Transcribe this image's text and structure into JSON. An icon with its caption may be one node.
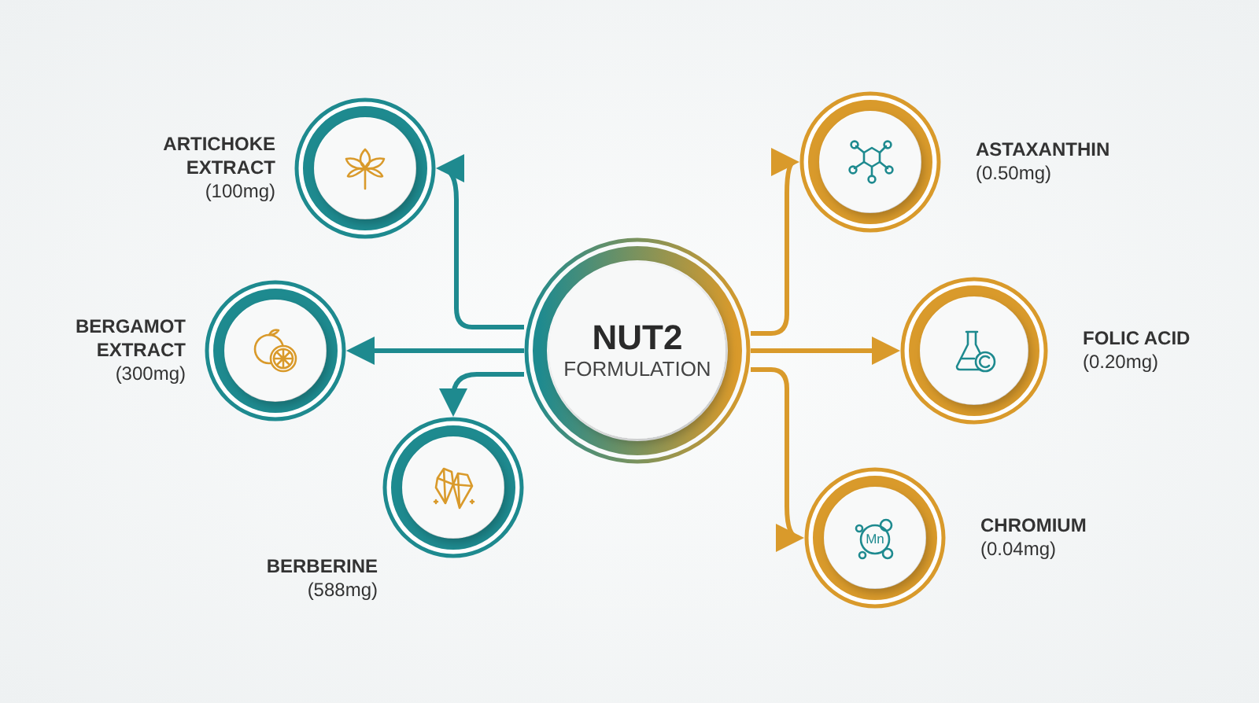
{
  "diagram": {
    "nodes": [
      {
        "text": [
          "NUT2",
          "FORMULATION"
        ]
      },
      {
        "text": [
          "ARTICHOKE EXTRACT",
          "(100mg)"
        ]
      },
      {
        "text": [
          "BERGAMOT EXTRACT",
          "(300mg)"
        ]
      },
      {
        "text": [
          "BERBERINE",
          "(588mg)"
        ]
      },
      {
        "text": [
          "ASTAXANTHIN",
          "(0.50mg)"
        ]
      },
      {
        "text": [
          "FOLIC ACID",
          "(0.20mg)"
        ]
      },
      {
        "text": [
          "CHROMIUM",
          "(0.04mg)"
        ]
      }
    ],
    "edges": [
      {
        "from": 0,
        "to": 1,
        "arrow": "to",
        "color": "#1e8a8f"
      },
      {
        "from": 0,
        "to": 2,
        "arrow": "to",
        "color": "#1e8a8f"
      },
      {
        "from": 0,
        "to": 3,
        "arrow": "to",
        "color": "#1e8a8f"
      },
      {
        "from": 0,
        "to": 4,
        "arrow": "to",
        "color": "#d99a2b"
      },
      {
        "from": 0,
        "to": 5,
        "arrow": "to",
        "color": "#d99a2b"
      },
      {
        "from": 0,
        "to": 6,
        "arrow": "to",
        "color": "#d99a2b"
      }
    ],
    "labels": [
      "Mn"
    ]
  }
}
